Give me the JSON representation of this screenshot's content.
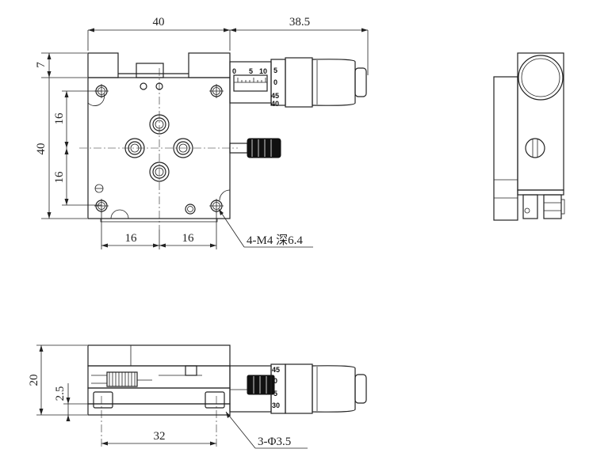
{
  "top_view": {
    "dim_width": "40",
    "dim_micrometer": "38.5",
    "dim_top_offset": "7",
    "dim_height": "40",
    "dim_upper_half": "16",
    "dim_lower_half": "16",
    "dim_bottom_left": "16",
    "dim_bottom_right": "16",
    "callout_holes": "4-M4 深6.4",
    "scale_marks": [
      "0",
      "5",
      "10",
      "5",
      "0",
      "45",
      "40"
    ]
  },
  "front_view": {
    "dim_height": "20",
    "dim_base": "2.5",
    "dim_pitch": "32",
    "callout_holes": "3-Φ3.5",
    "scale_marks": [
      "45",
      "0",
      "5",
      "30"
    ]
  }
}
